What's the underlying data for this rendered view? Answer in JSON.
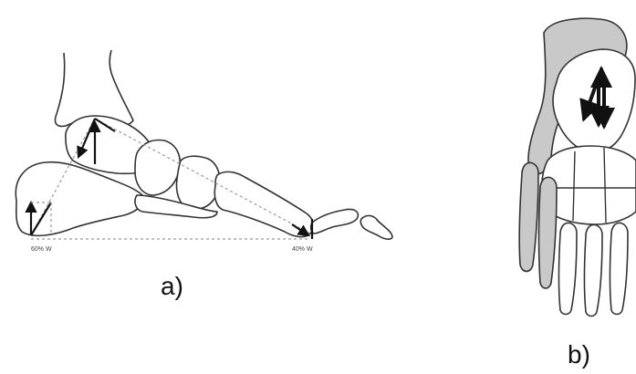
{
  "figure": {
    "panel_a": {
      "label": "a)",
      "heel_load": "60% W",
      "forefoot_load": "40% W"
    },
    "panel_b": {
      "label": "b)"
    }
  },
  "colors": {
    "outline": "#333333",
    "bone_fill": "#ffffff",
    "shaded_bone_fill": "#c9c9c9",
    "dashed_line": "#9a9a9a",
    "arrows": "#111111"
  },
  "icons": {
    "force_arrow": "black-arrow"
  }
}
